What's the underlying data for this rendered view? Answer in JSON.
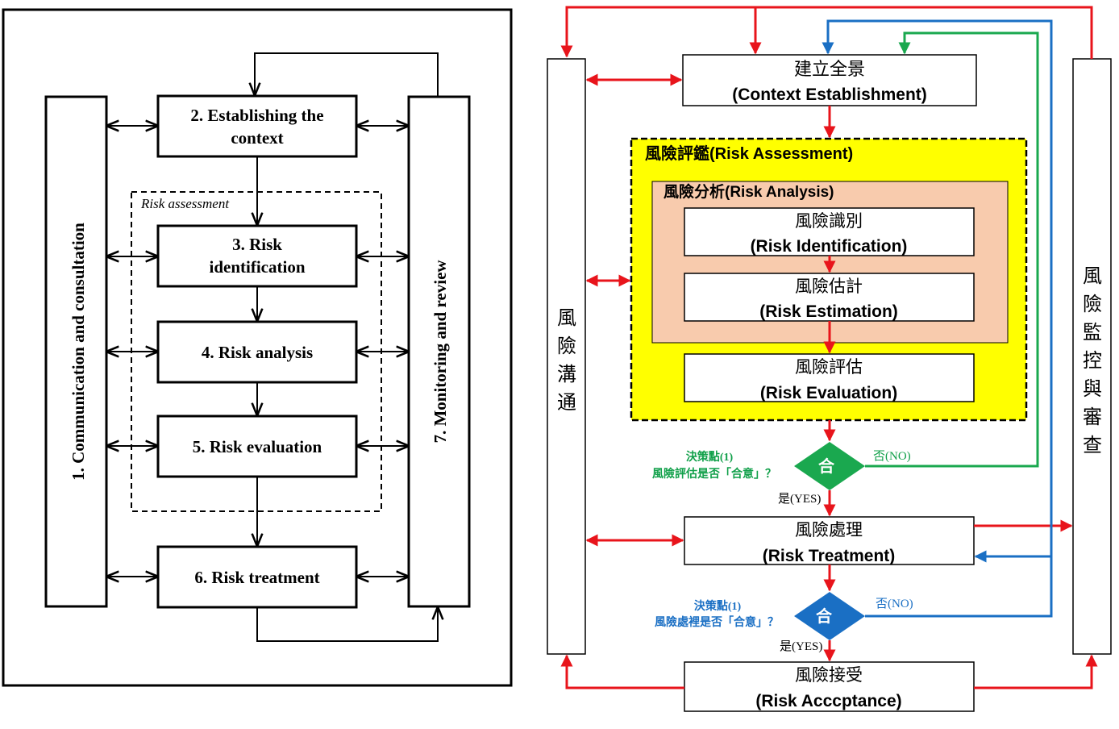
{
  "left": {
    "assessment_label": "Risk assessment",
    "communication": "1. Communication and consultation",
    "monitoring": "7. Monitoring and review",
    "step2": [
      "2. Establishing the",
      "context"
    ],
    "step3": [
      "3. Risk",
      "identification"
    ],
    "step4": "4. Risk analysis",
    "step5": "5. Risk evaluation",
    "step6": "6. Risk treatment"
  },
  "right": {
    "communication_chars": [
      "風",
      "險",
      "溝",
      "通"
    ],
    "monitoring_chars": [
      "風",
      "險",
      "監",
      "控",
      "與",
      "審",
      "查"
    ],
    "context": {
      "zh": "建立全景",
      "en": "(Context  Establishment)"
    },
    "assessment": "風險評鑑(Risk Assessment)",
    "analysis": "風險分析(Risk Analysis)",
    "identification": {
      "zh": "風險識別",
      "en": "(Risk Identification)"
    },
    "estimation": {
      "zh": "風險估計",
      "en": "(Risk Estimation)"
    },
    "evaluation": {
      "zh": "風險評估",
      "en": "(Risk Evaluation)"
    },
    "decision1": {
      "title": "決策點(1)",
      "question": "風險評估是否「合意」？",
      "symbol": "合",
      "no": "否(NO)",
      "yes": "是(YES)"
    },
    "treatment": {
      "zh": "風險處理",
      "en": "(Risk Treatment)"
    },
    "decision2": {
      "title": "決策點(1)",
      "question": "風險處裡是否「合意」？",
      "symbol": "合",
      "no": "否(NO)",
      "yes": "是(YES)"
    },
    "acceptance": {
      "zh": "風險接受",
      "en": "(Risk Acccptance)"
    }
  },
  "colors": {
    "red": "#e8141b",
    "green": "#1aa84f",
    "blue": "#1a6fc4",
    "yellow": "#ffff00",
    "peach": "#f8cbad",
    "green_text": "#11a04a",
    "blue_text": "#1a6fc4"
  }
}
